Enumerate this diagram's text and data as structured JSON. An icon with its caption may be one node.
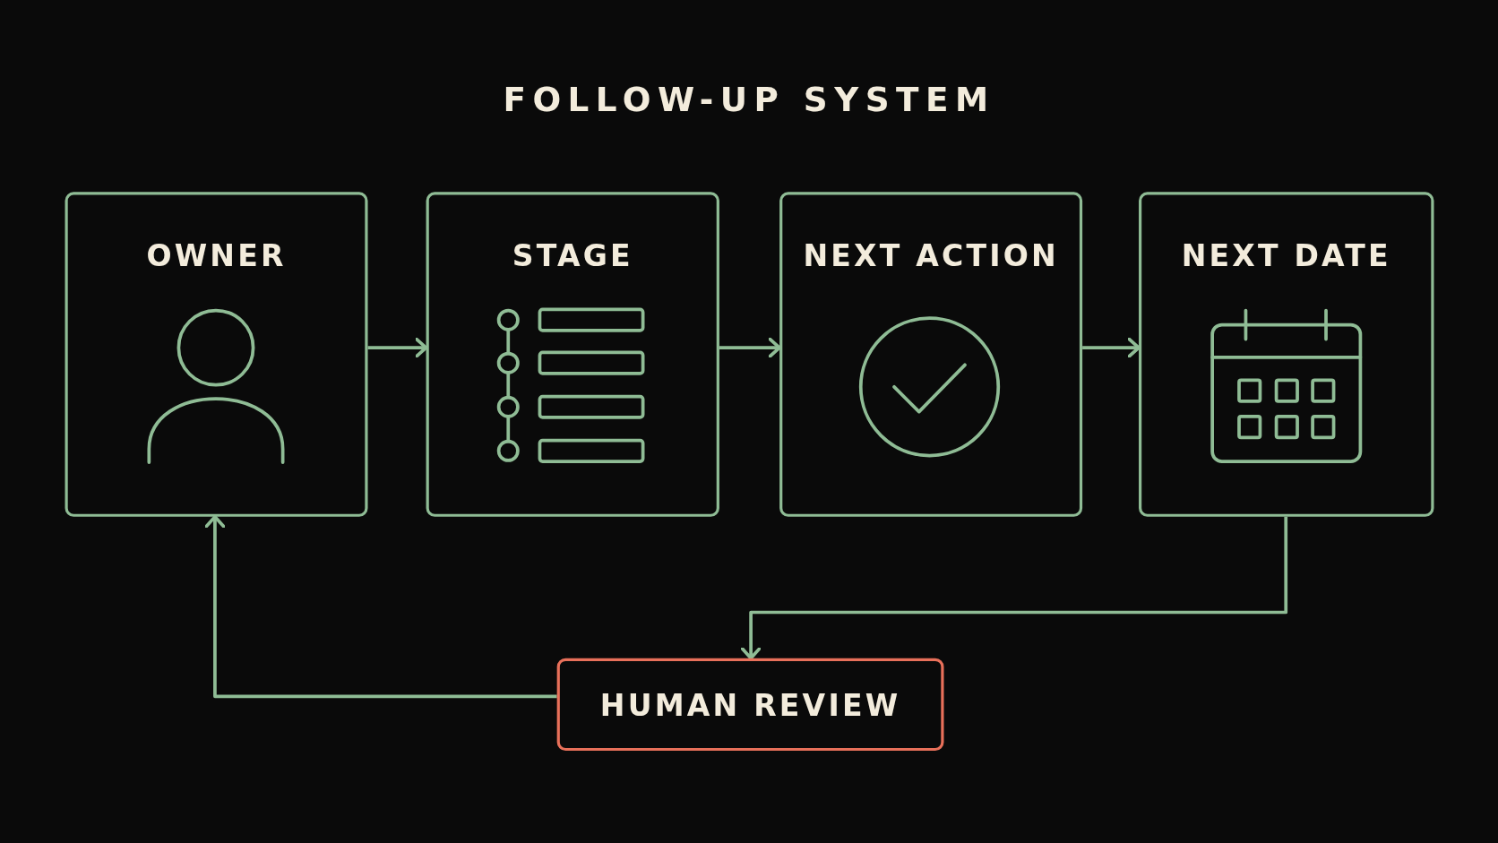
{
  "diagram": {
    "title": "FOLLOW-UP SYSTEM",
    "nodes": [
      {
        "text": [
          "OWNER"
        ]
      },
      {
        "text": [
          "STAGE"
        ]
      },
      {
        "text": [
          "NEXT ACTION"
        ]
      },
      {
        "text": [
          "NEXT DATE"
        ]
      },
      {
        "text": [
          "HUMAN REVIEW"
        ]
      }
    ],
    "edges": [
      {
        "from": 0,
        "to": 1,
        "arrow": "to"
      },
      {
        "from": 1,
        "to": 2,
        "arrow": "to"
      },
      {
        "from": 2,
        "to": 3,
        "arrow": "to"
      },
      {
        "from": 3,
        "to": 4,
        "arrow": "to"
      },
      {
        "from": 4,
        "to": 0,
        "arrow": "to"
      }
    ]
  }
}
